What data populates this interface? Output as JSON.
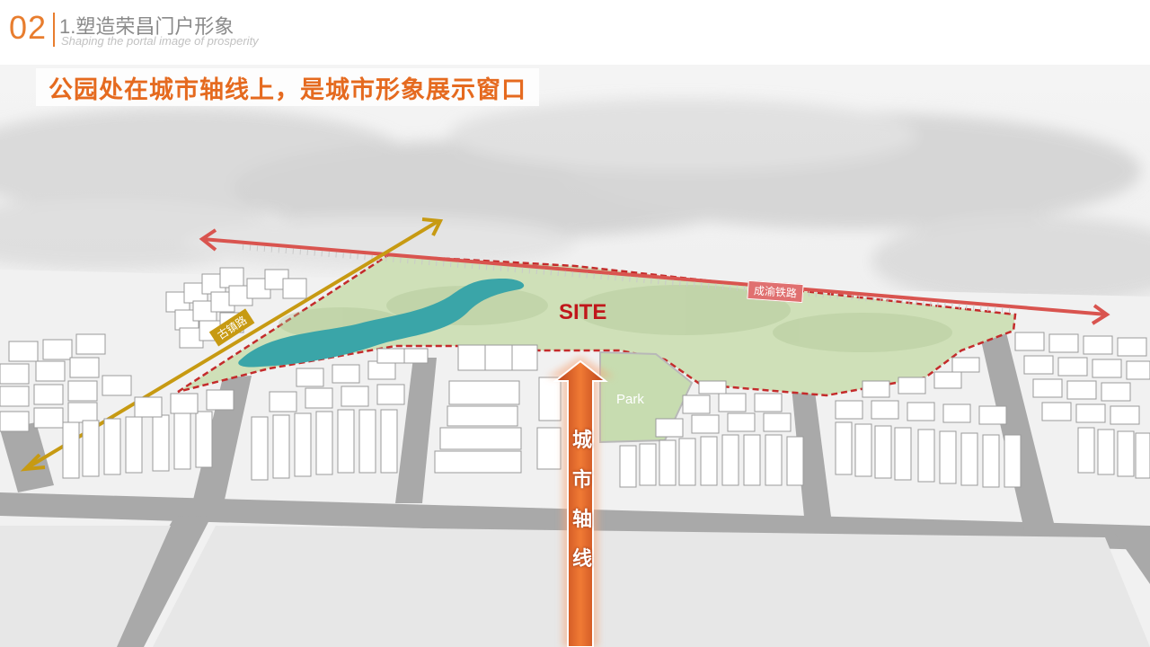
{
  "header": {
    "section_number": "02",
    "section_title": "1.塑造荣昌门户形象",
    "section_subtitle": "Shaping the portal image of prosperity"
  },
  "headline": "公园处在城市轴线上，是城市形象展示窗口",
  "labels": {
    "site": "SITE",
    "park": "Park",
    "railway": "成渝铁路",
    "road": "古镇路",
    "axis_chars": [
      "城",
      "市",
      "轴",
      "线"
    ]
  },
  "colors": {
    "accent_orange": "#e87d2e",
    "headline_orange": "#e56a1f",
    "site_red": "#c0171b",
    "railway_red": "#d9544f",
    "road_gold": "#c79a12",
    "site_green": "#cfe0b8",
    "water_teal": "#3aa5a8",
    "axis_orange": "#d4561c"
  }
}
